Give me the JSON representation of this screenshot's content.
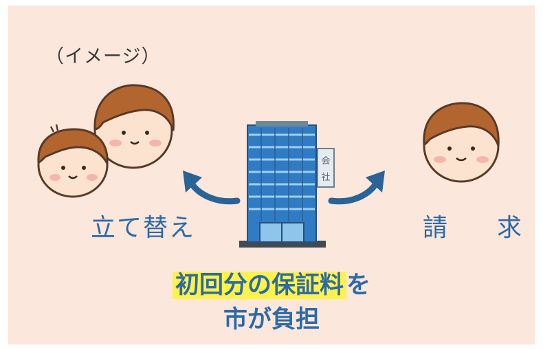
{
  "note": "（イメージ）",
  "left_label": "立て替え",
  "right_label": "請　求",
  "building_sign": [
    "会",
    "社"
  ],
  "main_text": {
    "highlight": "初回分の保証料",
    "suffix": "を",
    "line2": "市が負担"
  },
  "colors": {
    "background": "#fbe7dc",
    "text_blue": "#2d6aa7",
    "highlight": "#fff24a",
    "arrow": "#2a6396"
  }
}
